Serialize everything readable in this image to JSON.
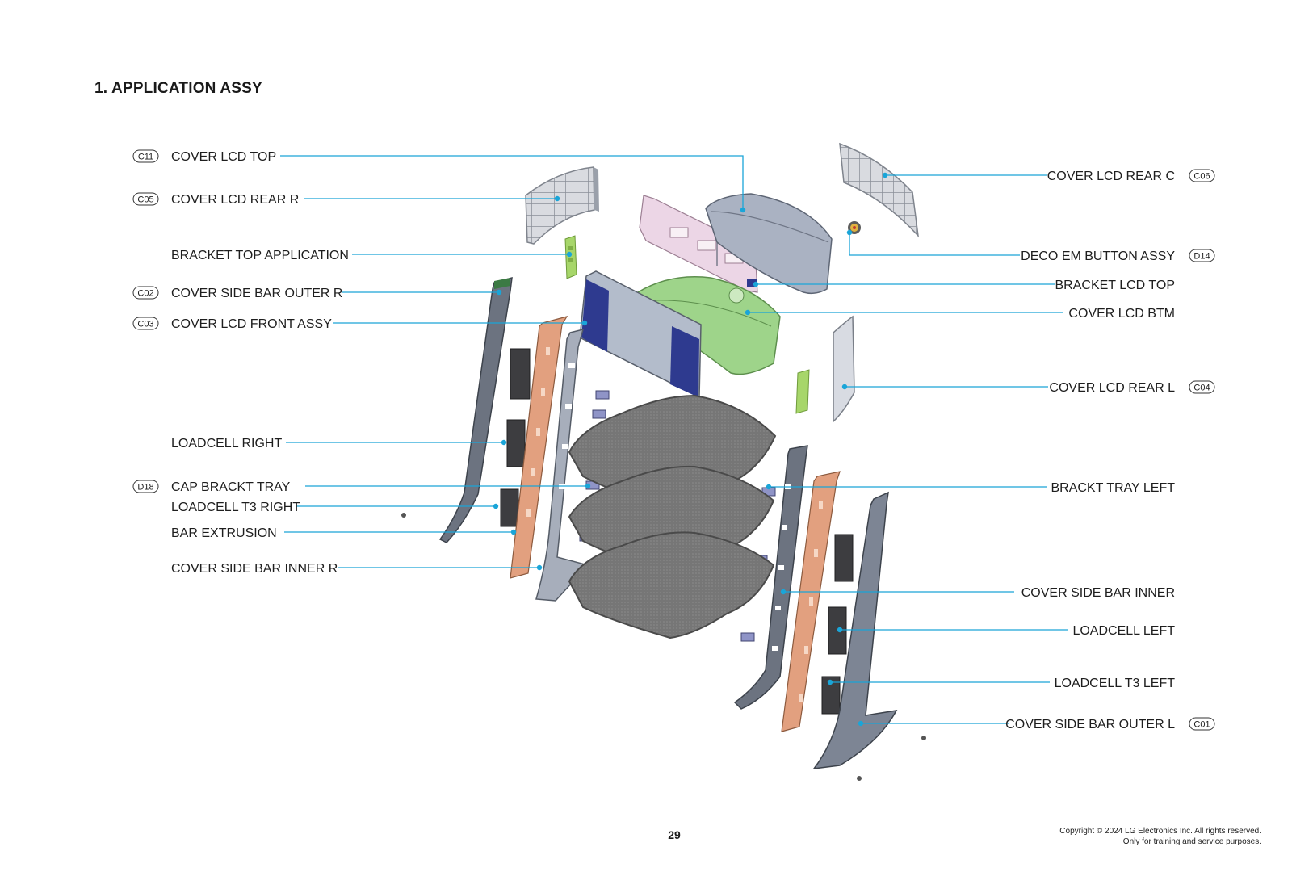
{
  "page": {
    "title": "1. APPLICATION ASSY",
    "page_number": "29",
    "copyright_line1": "Copyright © 2024 LG Electronics Inc. All rights reserved.",
    "copyright_line2": "Only for training and service purposes."
  },
  "colors": {
    "leader": "#1aa5d8",
    "side_bar_dark": "#6c7380",
    "extrusion": "#e2a07f",
    "lcd_front_blue": "#2e3a8f",
    "lcd_btm_green": "#9ed48a",
    "bracket_pink": "#ecd6e6",
    "tray_grey": "#6f6f6f",
    "cover_light": "#d8dbe2"
  },
  "left_labels": [
    {
      "text": "COVER LCD TOP",
      "code": "C11"
    },
    {
      "text": "COVER LCD REAR R",
      "code": "C05"
    },
    {
      "text": "BRACKET TOP APPLICATION",
      "code": ""
    },
    {
      "text": "COVER SIDE BAR OUTER R",
      "code": "C02"
    },
    {
      "text": "COVER LCD FRONT ASSY",
      "code": "C03"
    },
    {
      "text": "LOADCELL RIGHT",
      "code": ""
    },
    {
      "text": "CAP BRACKT TRAY",
      "code": "D18"
    },
    {
      "text": "LOADCELL T3 RIGHT",
      "code": ""
    },
    {
      "text": "BAR EXTRUSION",
      "code": ""
    },
    {
      "text": "COVER SIDE BAR INNER R",
      "code": ""
    }
  ],
  "right_labels": [
    {
      "text": "COVER LCD REAR C",
      "code": "C06"
    },
    {
      "text": "DECO EM BUTTON ASSY",
      "code": "D14"
    },
    {
      "text": "BRACKET LCD TOP",
      "code": ""
    },
    {
      "text": "COVER LCD BTM",
      "code": ""
    },
    {
      "text": "COVER LCD REAR L",
      "code": "C04"
    },
    {
      "text": "BRACKT TRAY LEFT",
      "code": ""
    },
    {
      "text": "COVER SIDE BAR INNER",
      "code": ""
    },
    {
      "text": "LOADCELL LEFT",
      "code": ""
    },
    {
      "text": "LOADCELL T3 LEFT",
      "code": ""
    },
    {
      "text": "COVER SIDE BAR OUTER L",
      "code": "C01"
    }
  ]
}
